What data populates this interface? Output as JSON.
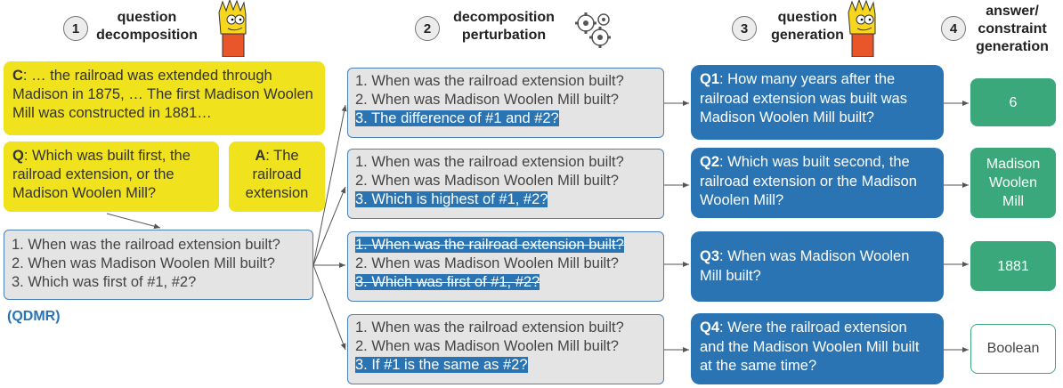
{
  "steps": [
    {
      "num": "1",
      "title": "question\ndecomposition"
    },
    {
      "num": "2",
      "title": "decomposition\nperturbation"
    },
    {
      "num": "3",
      "title": "question\ngeneration"
    },
    {
      "num": "4",
      "title": "answer/\nconstraint\ngeneration"
    }
  ],
  "context": {
    "prefix": "C",
    "text": ": … the railroad was extended through Madison in 1875, … The first Madison Woolen Mill was constructed in 1881…"
  },
  "question": {
    "prefix": "Q",
    "text": ": Which was built first, the railroad extension, or the Madison Woolen Mill?"
  },
  "answer": {
    "prefix": "A",
    "text": ": The railroad extension"
  },
  "qdmr": {
    "lines": [
      "1. When was the railroad extension built?",
      "2. When was Madison Woolen Mill built?",
      "3. Which was first of #1, #2?"
    ],
    "label": "(QDMR)"
  },
  "perturbations": [
    {
      "l1": "1. When was the railroad extension built?",
      "l2": "2. When was Madison Woolen Mill built?",
      "l3": "3. The difference of #1 and #2?"
    },
    {
      "l1": "1. When was the railroad extension built?",
      "l2": "2. When was Madison Woolen Mill built?",
      "l3": "3. Which is highest of #1, #2?"
    },
    {
      "l1": "1. When was the railroad extension built?",
      "l2": "2. When was Madison Woolen Mill built?",
      "l3": "3. Which was first of #1, #2?"
    },
    {
      "l1": "1. When was the railroad extension built?",
      "l2": "2. When was Madison Woolen Mill built?",
      "l3": "3. If #1 is the same as #2?"
    }
  ],
  "questions": [
    {
      "id": "Q1",
      "text": ": How many years after the railroad extension was built was Madison Woolen Mill built?"
    },
    {
      "id": "Q2",
      "text": ": Which was built second, the railroad extension or the Madison Woolen Mill?"
    },
    {
      "id": "Q3",
      "text": ": When was Madison Woolen Mill built?"
    },
    {
      "id": "Q4",
      "text": ": Were the railroad extension and the Madison Woolen Mill built at the same time?"
    }
  ],
  "answers": [
    "6",
    "Madison Woolen Mill",
    "1881",
    "Boolean"
  ],
  "colors": {
    "yellow": "#f0e21c",
    "blue": "#2a74b3",
    "green": "#3aa87a",
    "gray": "#e4e4e4"
  },
  "icons": [
    "bart-simpson-icon",
    "gears-icon"
  ]
}
